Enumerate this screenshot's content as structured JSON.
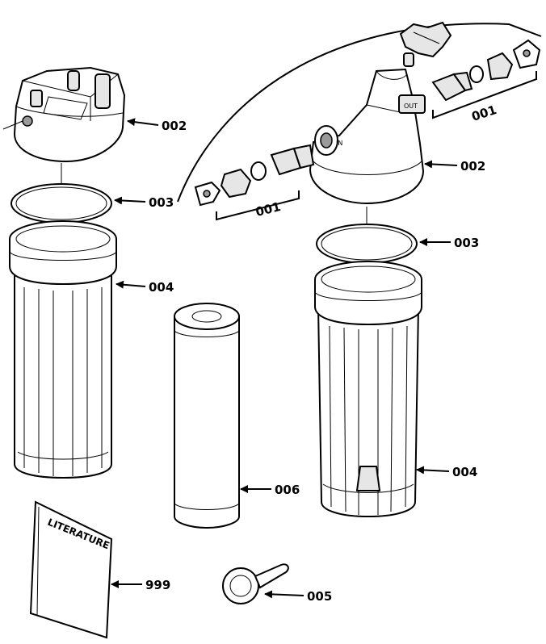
{
  "callouts": {
    "cap_left": "002",
    "oring_left": "003",
    "housing_left": "004",
    "cartridge": "006",
    "literature": "999",
    "wrench": "005",
    "cap_right": "002",
    "oring_right": "003",
    "housing_right": "004",
    "fittings_left": "001",
    "fittings_right": "001"
  },
  "literature_title": "LITERATURE",
  "cap_marks": {
    "in": "IN",
    "out": "OUT"
  }
}
